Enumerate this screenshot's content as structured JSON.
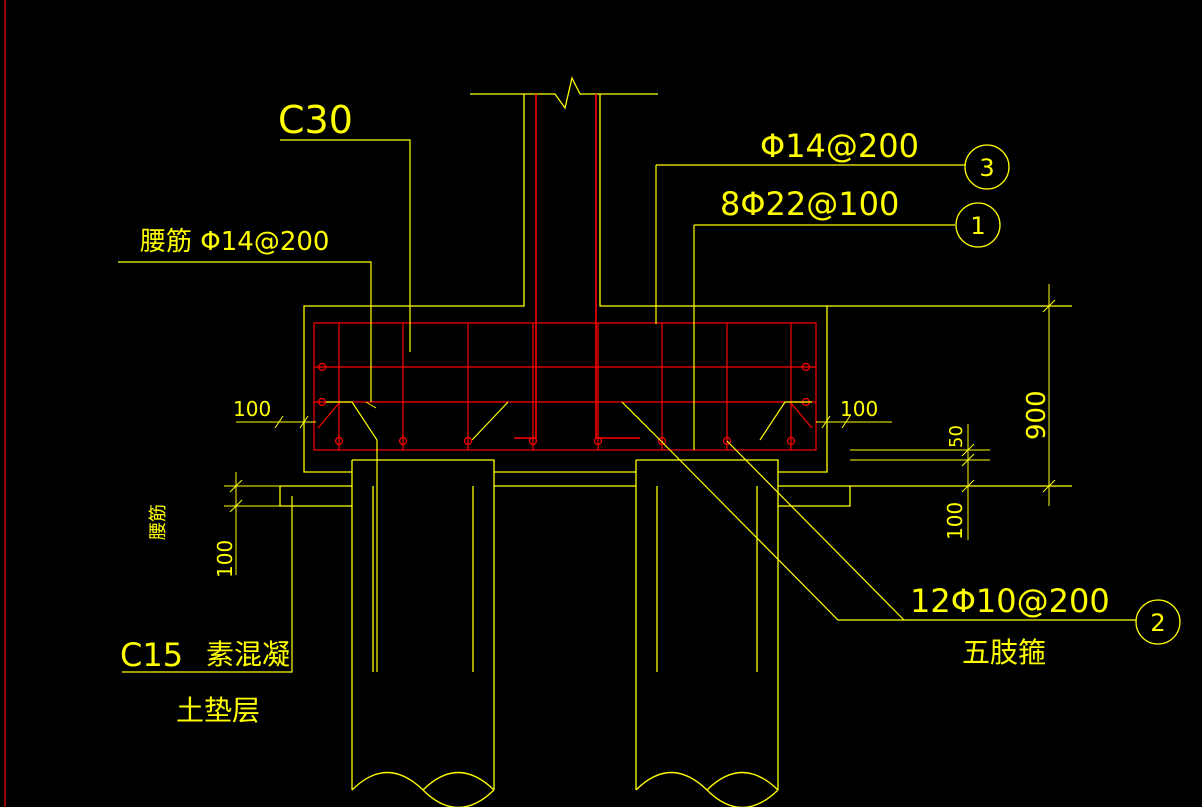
{
  "labels": {
    "concrete_grade": "C30",
    "waist_rebar": "腰筋 Φ14@200",
    "top_rebar": "Φ14@200",
    "main_rebar": "8Φ22@100",
    "stirrup": "12Φ10@200",
    "stirrup_type": "五肢箍",
    "callout_3": "3",
    "callout_1": "1",
    "callout_2": "2",
    "dim_100_left": "100",
    "dim_100_right": "100",
    "dim_900": "900",
    "dim_50": "50",
    "dim_100_bottom": "100",
    "dim_100_left_vertical": "100",
    "waist_vertical": "腰筋",
    "cushion_grade": "C15",
    "cushion_material": "素混凝",
    "cushion_layer": "土垫层"
  },
  "colors": {
    "background": "#000000",
    "lines": "#ffff00",
    "rebar": "#ff0000",
    "border": "#cc0000"
  }
}
